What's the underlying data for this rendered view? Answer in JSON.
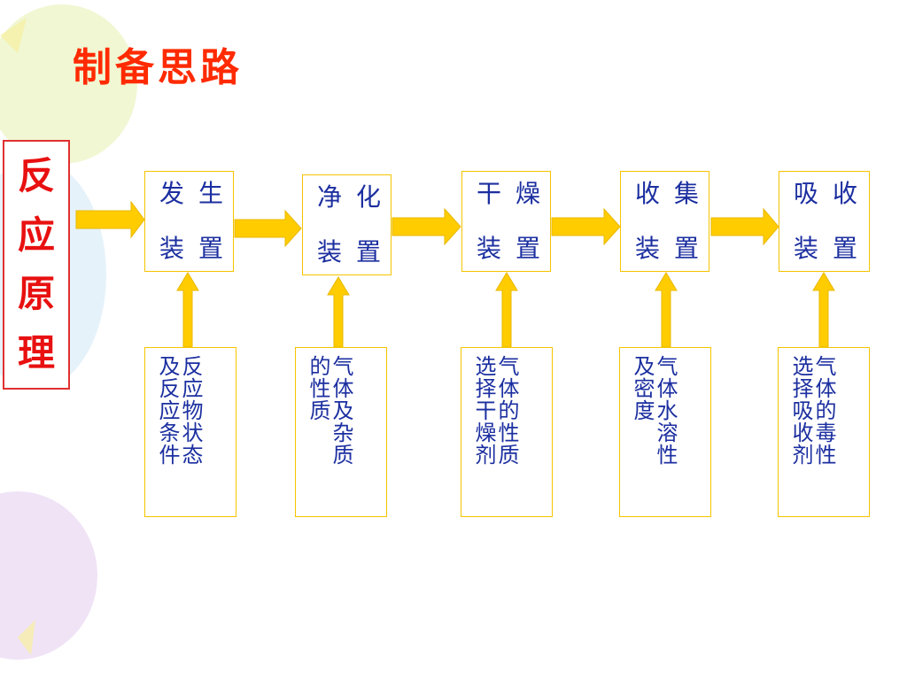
{
  "title": "制备思路",
  "principle": {
    "chars": [
      "反",
      "应",
      "原",
      "理"
    ]
  },
  "devices": [
    {
      "line1": "发生",
      "line2": "装置",
      "desc": "反应物状态\n及反应条件"
    },
    {
      "line1": "净化",
      "line2": "装置",
      "desc": "气体及杂质\n的性质"
    },
    {
      "line1": "干燥",
      "line2": "装置",
      "desc": "气体的性质\n选择干燥剂"
    },
    {
      "line1": "收集",
      "line2": "装置",
      "desc": "气体水溶性\n及密度"
    },
    {
      "line1": "吸收",
      "line2": "装置",
      "desc": "气体的毒性\n选择吸收剂"
    }
  ],
  "colors": {
    "arrow": "#ffcc00",
    "box_border": "#f5c400",
    "text_blue": "#1c2fa0",
    "title_red": "#ff2a00"
  }
}
